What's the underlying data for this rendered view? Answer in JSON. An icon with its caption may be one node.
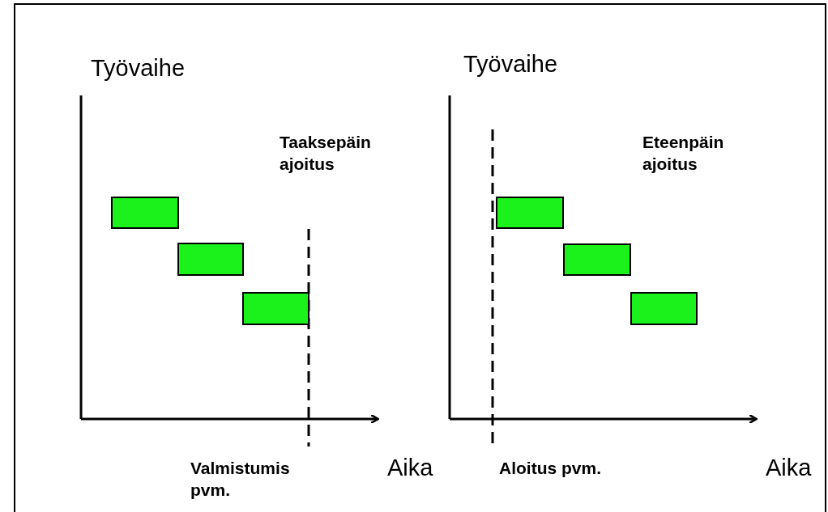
{
  "diagram": {
    "nodes": [
      {
        "text": [],
        "shape": "bar"
      },
      {
        "text": [],
        "shape": "bar"
      },
      {
        "text": [],
        "shape": "bar"
      },
      {
        "text": [],
        "shape": "bar"
      },
      {
        "text": [],
        "shape": "bar"
      },
      {
        "text": [],
        "shape": "bar"
      }
    ],
    "labels": [
      "Työvaihe",
      "Taaksepäin ajoitus",
      "Valmistumis pvm.",
      "Aika",
      "Työvaihe",
      "Eteenpäin ajoitus",
      "Aloitus pvm.",
      "Aika"
    ]
  }
}
